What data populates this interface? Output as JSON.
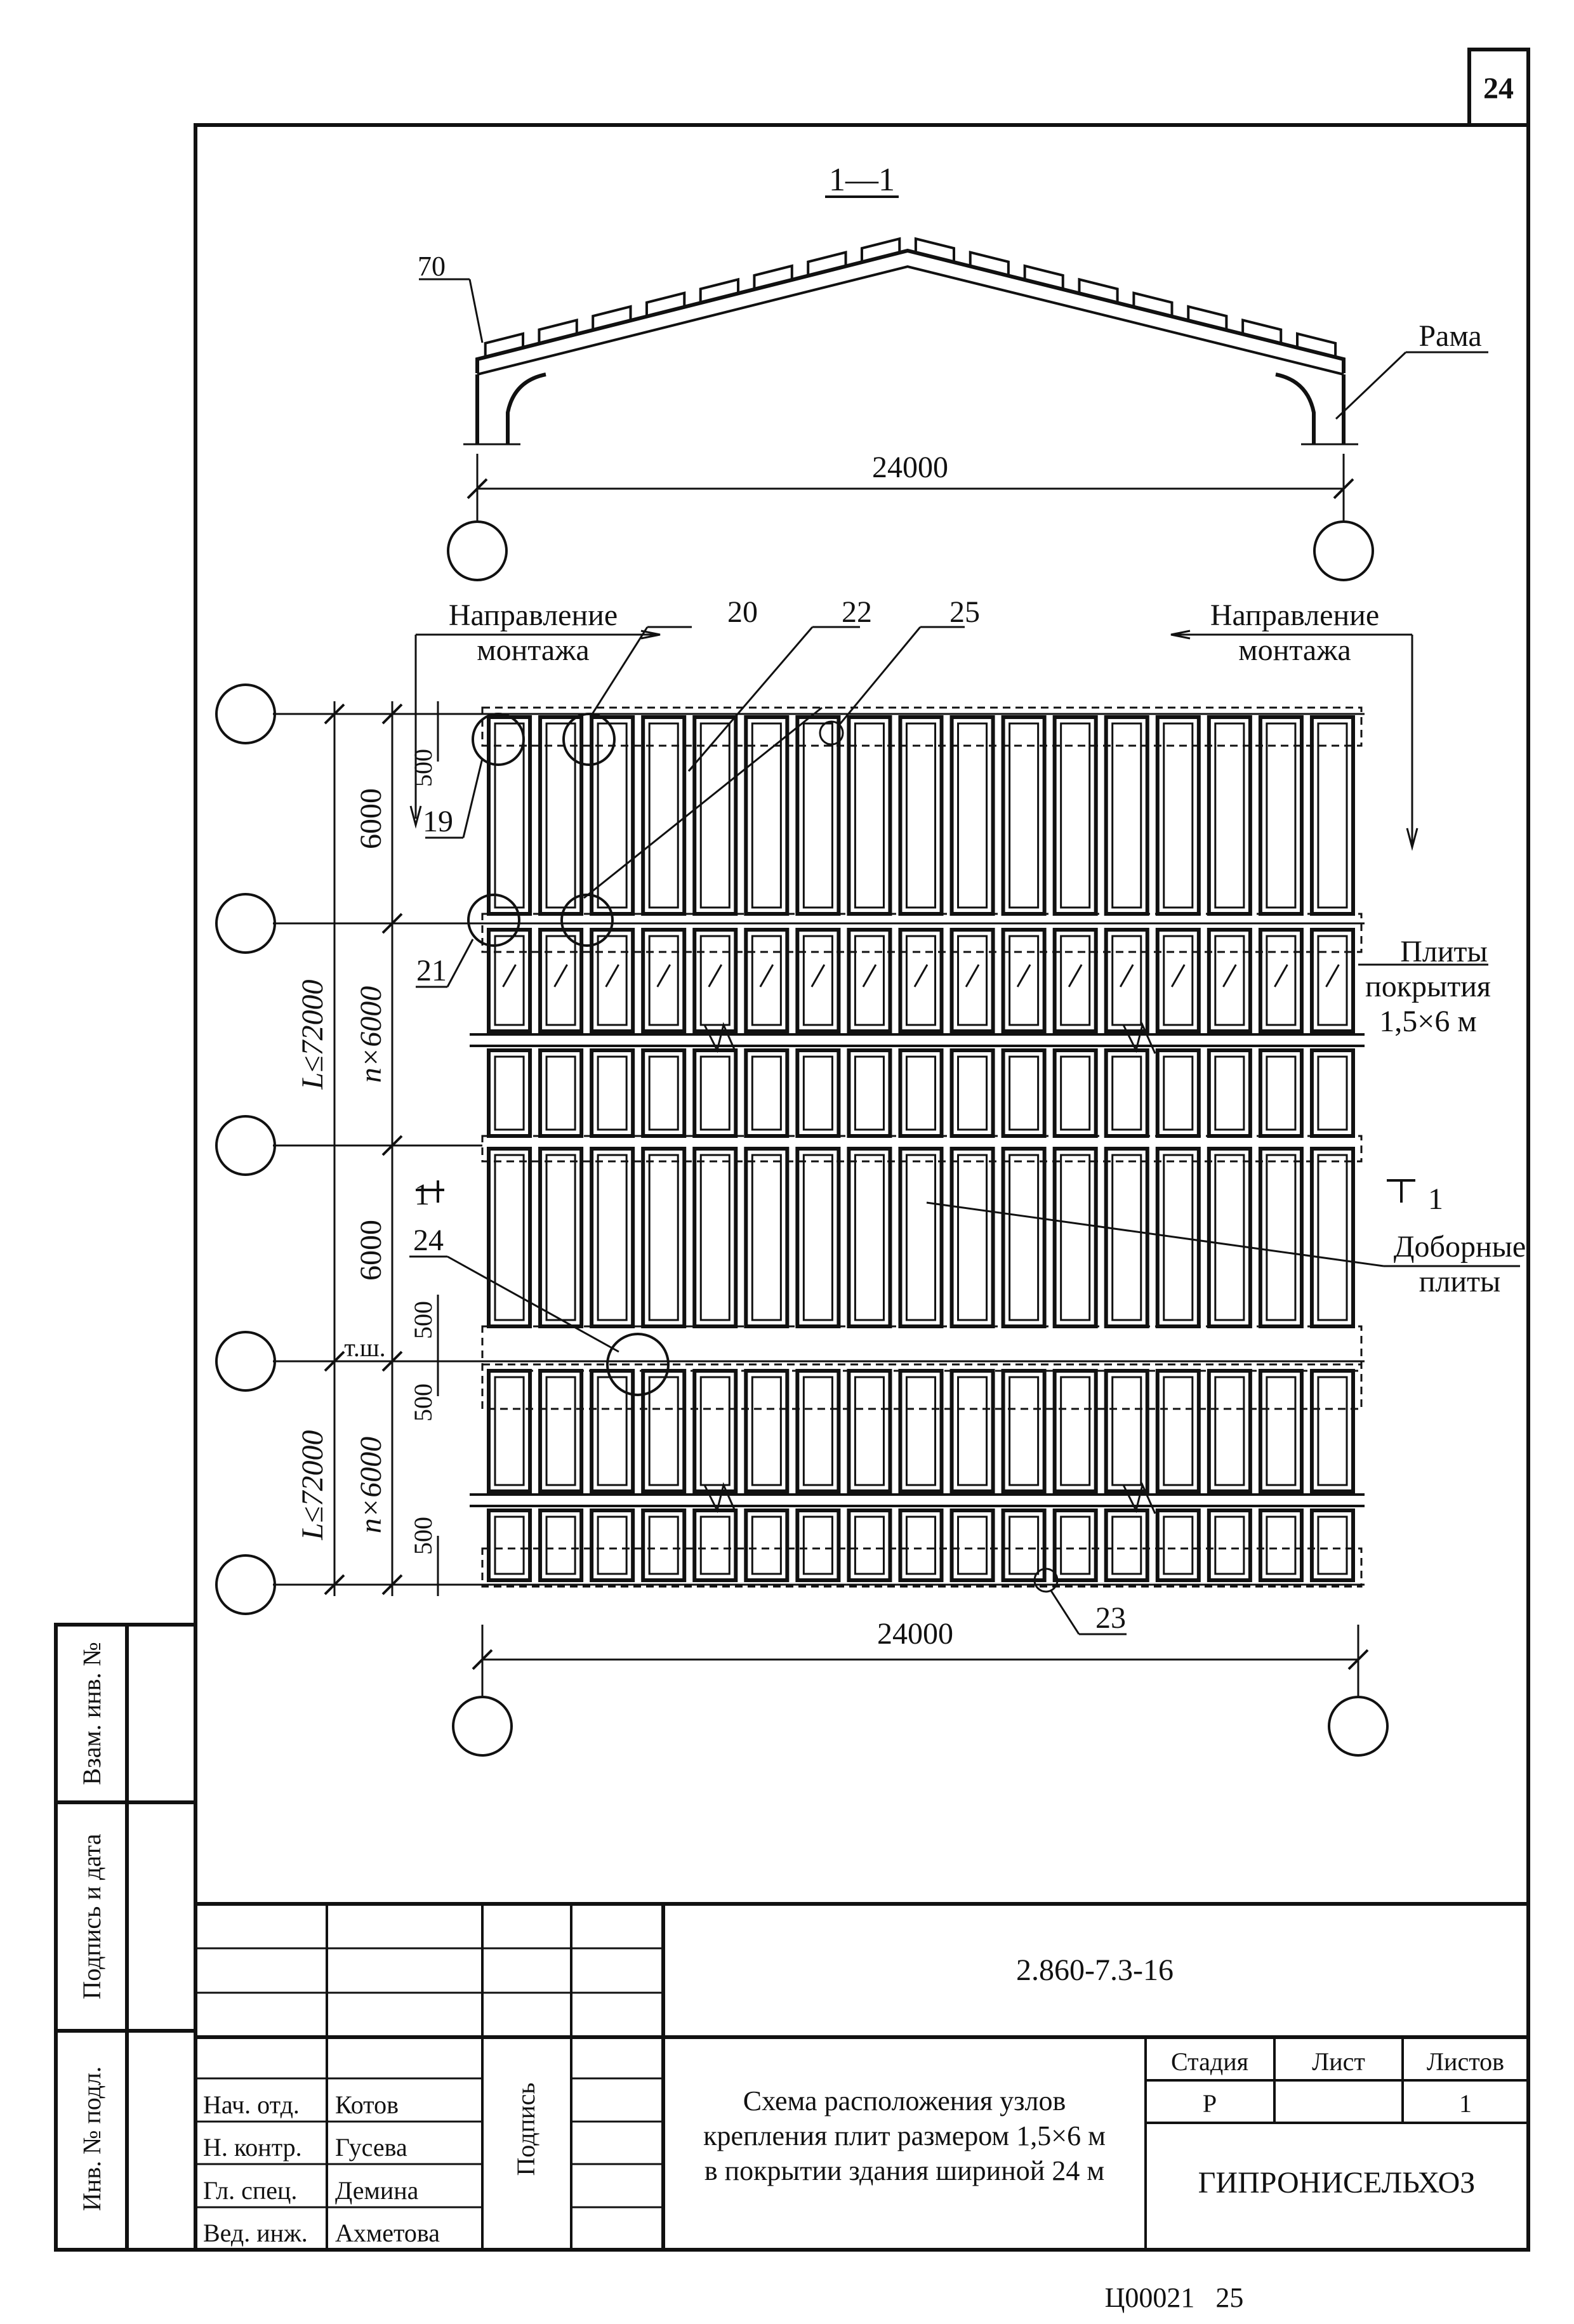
{
  "sheet": {
    "page_number": "24",
    "footer_code": "Ц00021   25"
  },
  "section": {
    "title": "1—1",
    "dim_70": "70",
    "label_frame": "Рама",
    "span": "24000"
  },
  "plan": {
    "direction_left": [
      "Направление",
      "монтажа"
    ],
    "direction_right": [
      "Направление",
      "монтажа"
    ],
    "callouts": {
      "c19": "19",
      "c20": "20",
      "c21": "21",
      "c22": "22",
      "c23": "23",
      "c24": "24",
      "c25": "25"
    },
    "dims_left": {
      "d6000_top": "6000",
      "d500_top": "500",
      "n6000_top": "n×6000",
      "L_top": "L≤72000",
      "d6000_mid": "6000",
      "d500_a": "500",
      "d500_b": "500",
      "tsh": "т.ш.",
      "n6000_bot": "n×6000",
      "L_bot": "L≤72000",
      "d500_bot": "500"
    },
    "label_plates": [
      "Плиты",
      "покрытия",
      "1,5×6 м"
    ],
    "label_extra": [
      "Доборные",
      "плиты"
    ],
    "section_mark_left": "1",
    "section_mark_right": "1",
    "span_bottom": "24000"
  },
  "stamp": {
    "side": {
      "vzam": "Взам. инв. №",
      "podpis_data": "Подпись и дата",
      "inv_podl": "Инв. № подл."
    },
    "code": "2.860-7.3-16",
    "sign_header": "Подпись",
    "roles": [
      {
        "role": "Нач. отд.",
        "name": "Котов"
      },
      {
        "role": "Н. контр.",
        "name": "Гусева"
      },
      {
        "role": "Гл. спец.",
        "name": "Демина"
      },
      {
        "role": "Вед. инж.",
        "name": "Ахметова"
      }
    ],
    "title_lines": [
      "Схема расположения узлов",
      "крепления плит размером 1,5×6 м",
      "в покрытии здания шириной 24 м"
    ],
    "stage_h": "Стадия",
    "sheet_h": "Лист",
    "sheets_h": "Листов",
    "stage_v": "Р",
    "sheets_v": "1",
    "org": "ГИПРОНИСЕЛЬХОЗ"
  }
}
